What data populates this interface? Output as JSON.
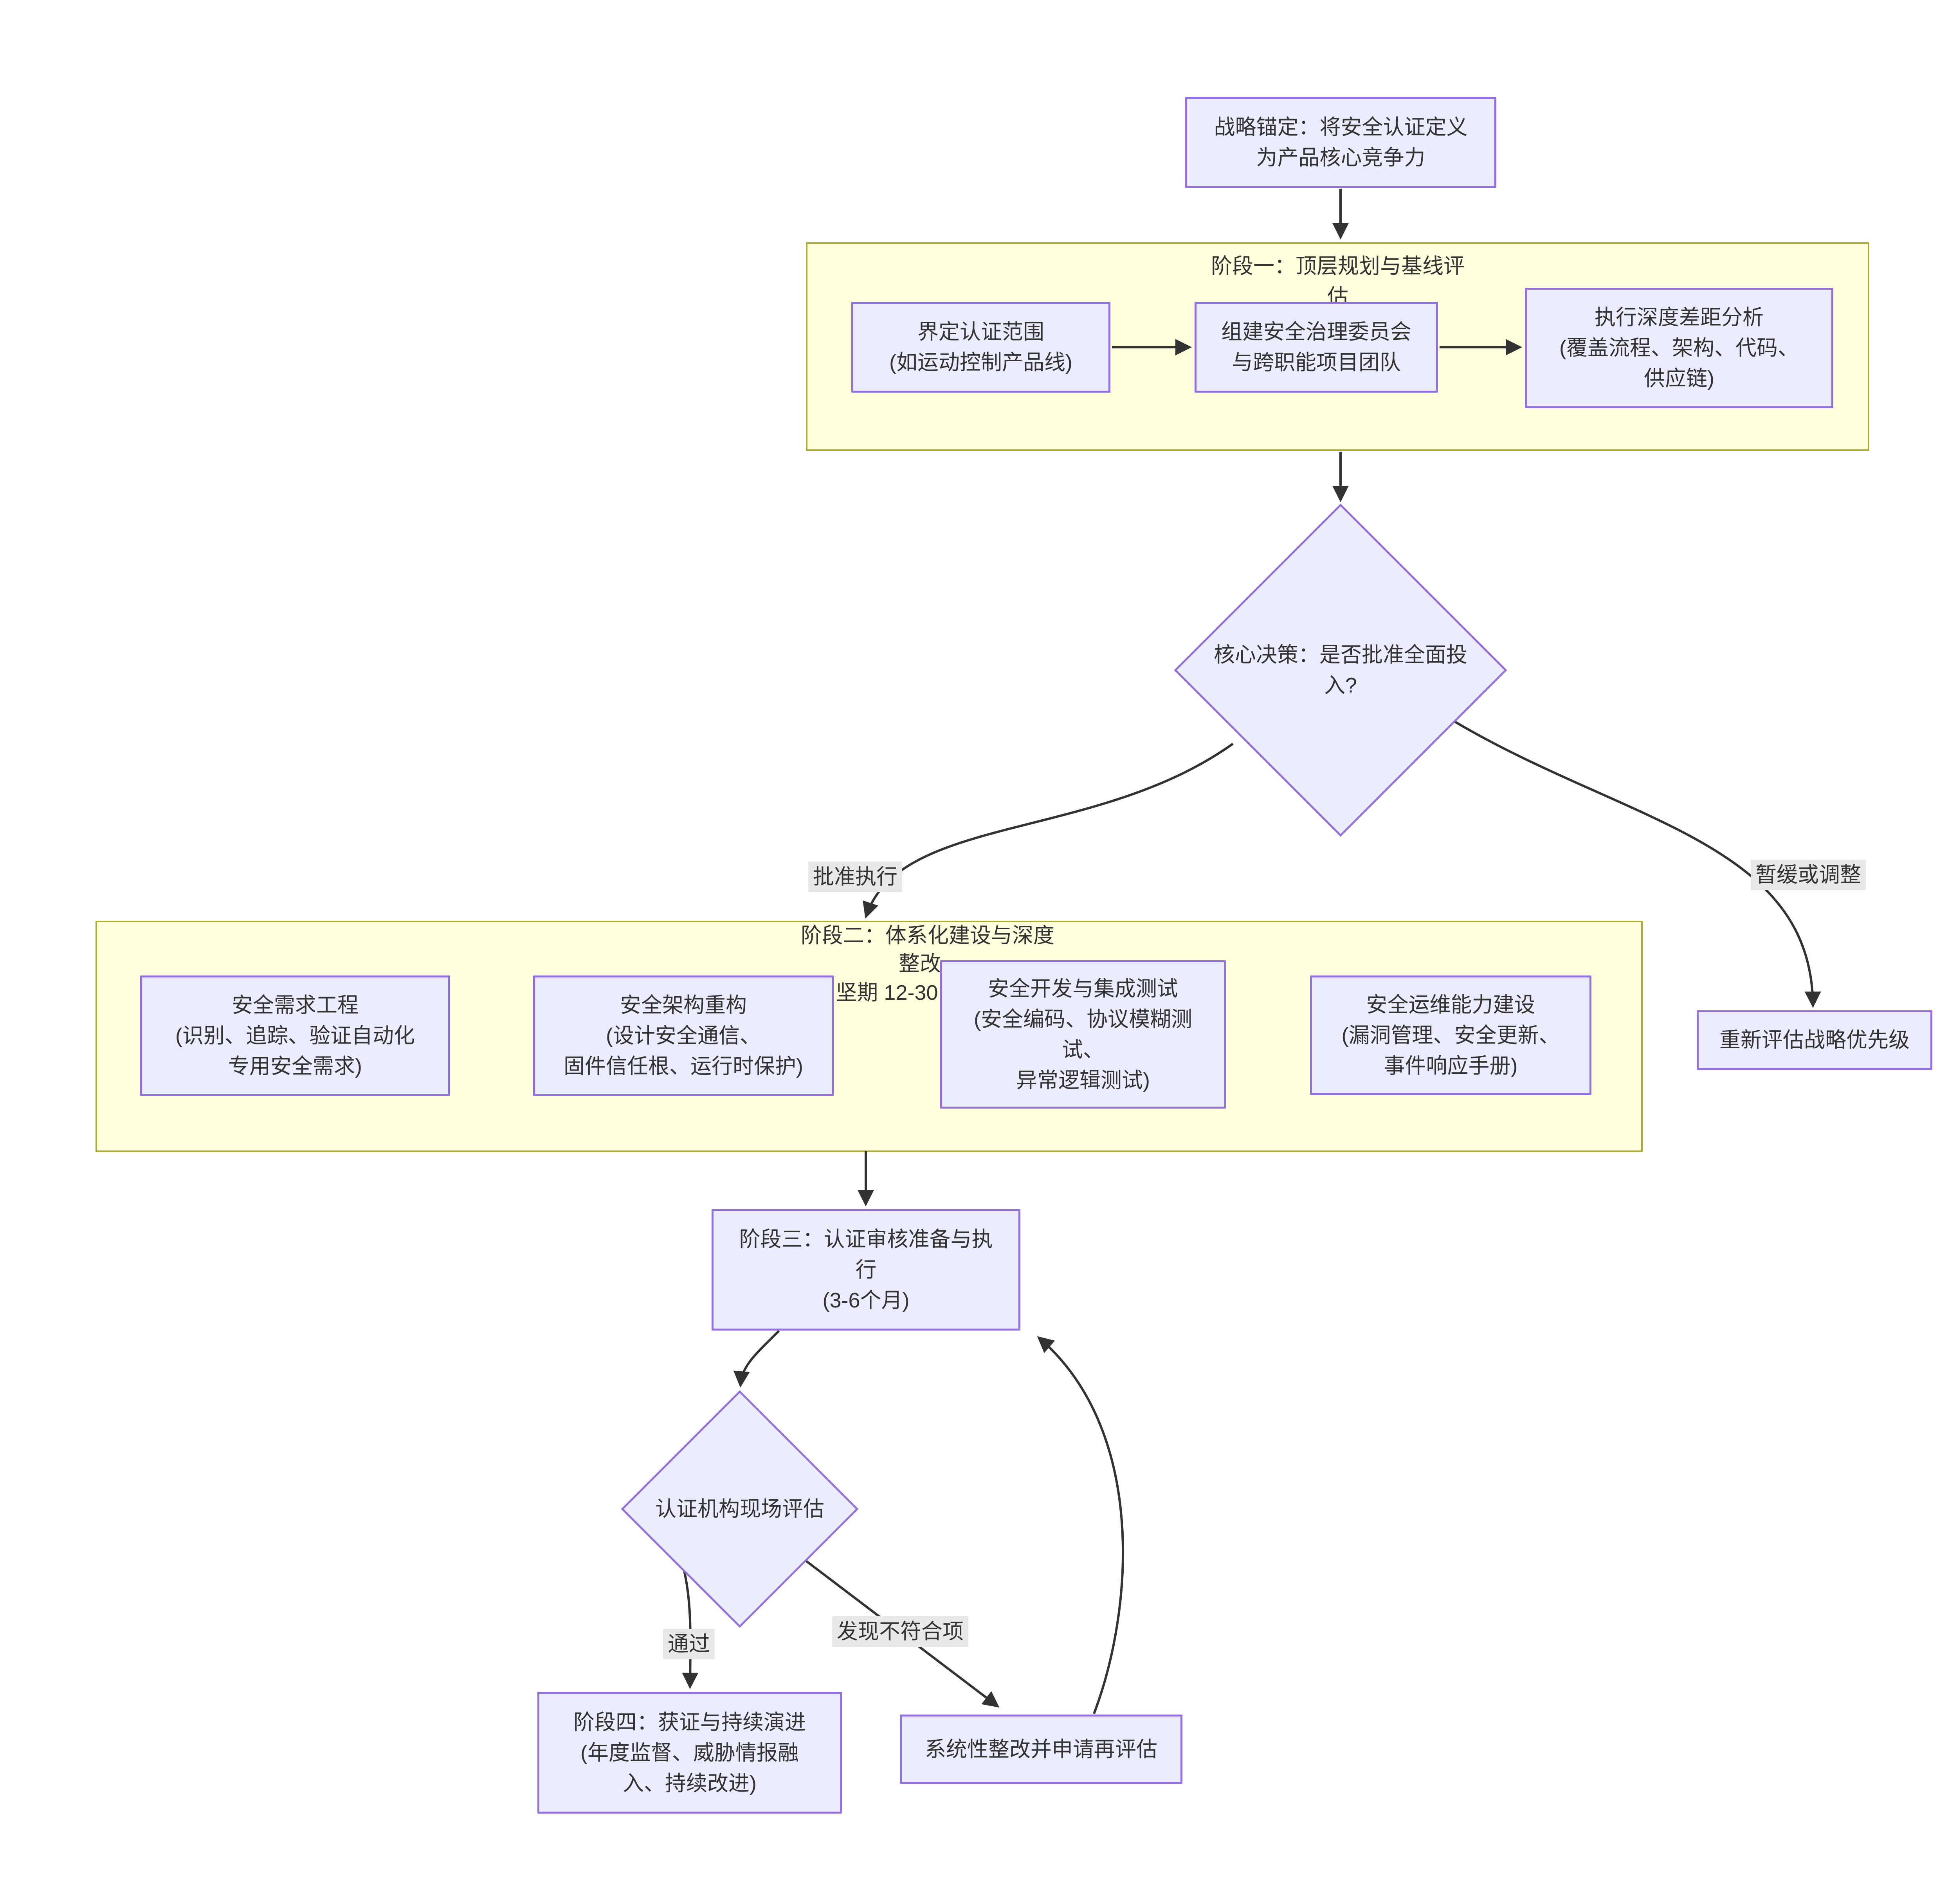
{
  "diagram": {
    "type": "flowchart",
    "colors": {
      "node_fill": "#ECECFF",
      "node_border": "#9370DB",
      "cluster_fill": "#FFFFDE",
      "cluster_border": "#AAAA33",
      "edge": "#333333",
      "label_bg": "#e8e8e8",
      "text": "#333333",
      "canvas_bg": "#ffffff"
    },
    "nodes": {
      "start": {
        "lines": [
          "战略锚定：将安全认证定义",
          "为产品核心竞争力"
        ]
      },
      "scope": {
        "lines": [
          "界定认证范围",
          "(如运动控制产品线)"
        ]
      },
      "committee": {
        "lines": [
          "组建安全治理委员会",
          "与跨职能项目团队"
        ]
      },
      "gap": {
        "lines": [
          "执行深度差距分析",
          "(覆盖流程、架构、代码、",
          "供应链)"
        ]
      },
      "decision": {
        "lines": [
          "核心决策：是否批准全面投",
          "入?"
        ]
      },
      "reassess": {
        "lines": [
          "重新评估战略优先级"
        ]
      },
      "req": {
        "lines": [
          "安全需求工程",
          "(识别、追踪、验证自动化",
          "专用安全需求)"
        ]
      },
      "arch": {
        "lines": [
          "安全架构重构",
          "(设计安全通信、",
          "固件信任根、运行时保护)"
        ]
      },
      "dev": {
        "lines": [
          "安全开发与集成测试",
          "(安全编码、协议模糊测",
          "试、",
          "异常逻辑测试)"
        ]
      },
      "ops": {
        "lines": [
          "安全运维能力建设",
          "(漏洞管理、安全更新、",
          "事件响应手册)"
        ]
      },
      "phase3": {
        "lines": [
          "阶段三：认证审核准备与执",
          "行",
          "(3-6个月)"
        ]
      },
      "audit": {
        "lines": [
          "认证机构现场评估"
        ]
      },
      "phase4": {
        "lines": [
          "阶段四：获证与持续演进",
          "(年度监督、威胁情报融",
          "入、持续改进)"
        ]
      },
      "remediate": {
        "lines": [
          "系统性整改并申请再评估"
        ]
      }
    },
    "clusters": {
      "phase1": {
        "title_lines": [
          "阶段一：顶层规划与基线评",
          "估"
        ]
      },
      "phase2": {
        "title_lines": [
          "阶段二：体系化建设与深度",
          "整改",
          "坚期 12-30"
        ]
      }
    },
    "edge_labels": {
      "approve": "批准执行",
      "postpone": "暂缓或调整",
      "pass": "通过",
      "nonconform": "发现不符合项"
    }
  }
}
